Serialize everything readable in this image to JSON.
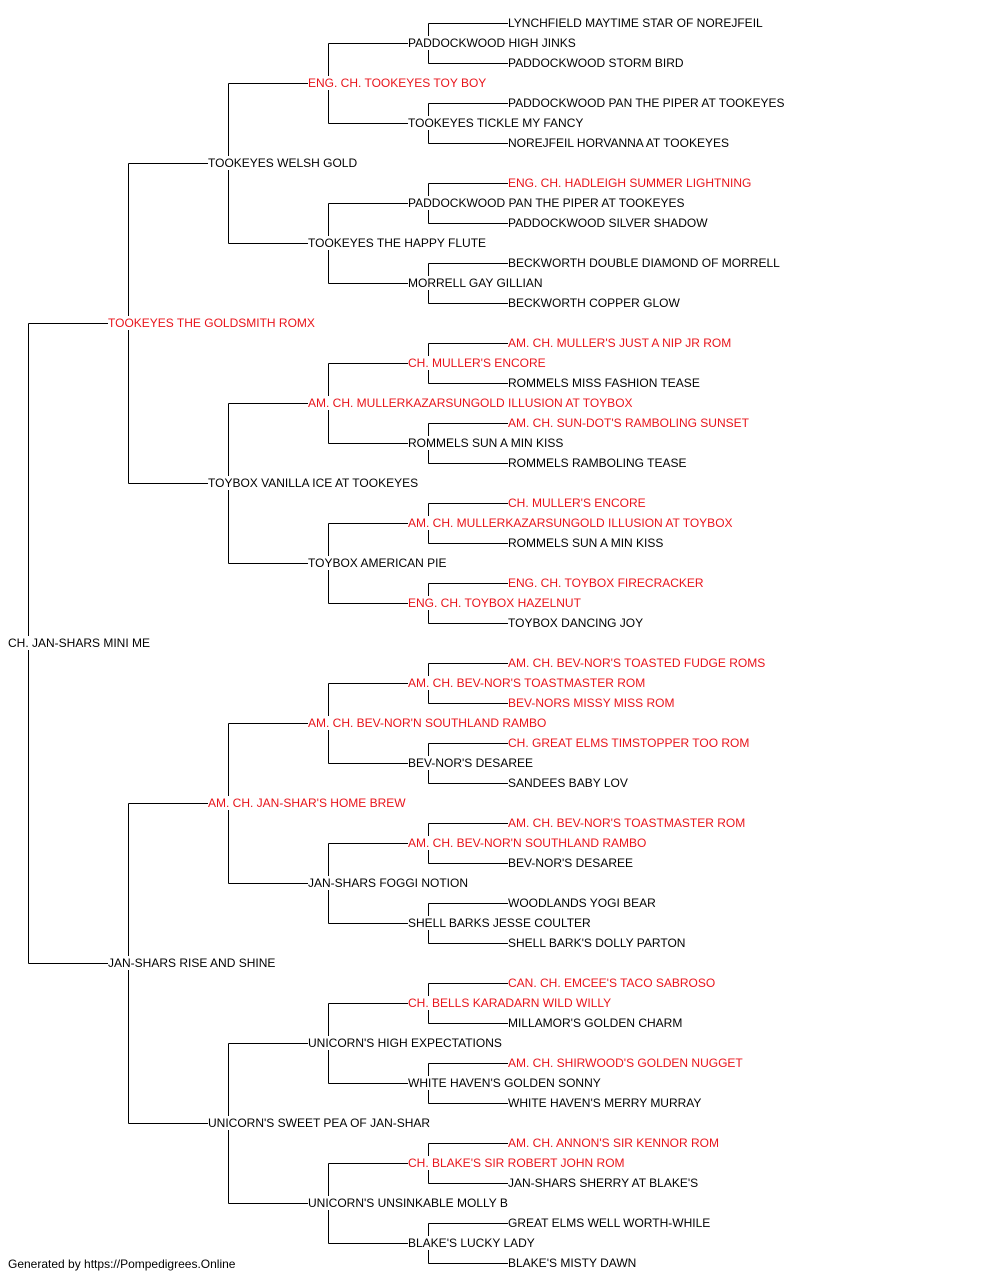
{
  "colors": {
    "champion": "#e8141b",
    "regular": "#000000",
    "connector": "#000000"
  },
  "pedigree": {
    "name": "CH. JAN-SHARS MINI ME",
    "champion": false,
    "sire": {
      "name": "TOOKEYES THE GOLDSMITH ROMX",
      "champion": true,
      "sire": {
        "name": "TOOKEYES WELSH GOLD",
        "champion": false,
        "sire": {
          "name": "ENG. CH. TOOKEYES TOY BOY",
          "champion": true,
          "sire": {
            "name": "PADDOCKWOOD HIGH JINKS",
            "champion": false,
            "sire": {
              "name": "LYNCHFIELD MAYTIME STAR OF NOREJFEIL",
              "champion": false
            },
            "dam": {
              "name": "PADDOCKWOOD STORM BIRD",
              "champion": false
            }
          },
          "dam": {
            "name": "TOOKEYES TICKLE MY FANCY",
            "champion": false,
            "sire": {
              "name": "PADDOCKWOOD PAN THE PIPER AT TOOKEYES",
              "champion": false
            },
            "dam": {
              "name": "NOREJFEIL HORVANNA AT TOOKEYES",
              "champion": false
            }
          }
        },
        "dam": {
          "name": "TOOKEYES THE HAPPY FLUTE",
          "champion": false,
          "sire": {
            "name": "PADDOCKWOOD PAN THE PIPER AT TOOKEYES",
            "champion": false,
            "sire": {
              "name": "ENG. CH. HADLEIGH SUMMER LIGHTNING",
              "champion": true
            },
            "dam": {
              "name": "PADDOCKWOOD SILVER SHADOW",
              "champion": false
            }
          },
          "dam": {
            "name": "MORRELL GAY GILLIAN",
            "champion": false,
            "sire": {
              "name": "BECKWORTH DOUBLE DIAMOND OF MORRELL",
              "champion": false
            },
            "dam": {
              "name": "BECKWORTH COPPER GLOW",
              "champion": false
            }
          }
        }
      },
      "dam": {
        "name": "TOYBOX VANILLA ICE AT TOOKEYES",
        "champion": false,
        "sire": {
          "name": "AM. CH. MULLERKAZARSUNGOLD ILLUSION AT TOYBOX",
          "champion": true,
          "sire": {
            "name": "CH. MULLER'S ENCORE",
            "champion": true,
            "sire": {
              "name": "AM. CH. MULLER'S JUST A NIP JR ROM",
              "champion": true
            },
            "dam": {
              "name": "ROMMELS MISS FASHION TEASE",
              "champion": false
            }
          },
          "dam": {
            "name": "ROMMELS SUN A MIN KISS",
            "champion": false,
            "sire": {
              "name": "AM. CH. SUN-DOT'S RAMBOLING SUNSET",
              "champion": true
            },
            "dam": {
              "name": "ROMMELS RAMBOLING TEASE",
              "champion": false
            }
          }
        },
        "dam": {
          "name": "TOYBOX AMERICAN PIE",
          "champion": false,
          "sire": {
            "name": "AM. CH. MULLERKAZARSUNGOLD ILLUSION AT TOYBOX",
            "champion": true,
            "sire": {
              "name": "CH. MULLER'S ENCORE",
              "champion": true
            },
            "dam": {
              "name": "ROMMELS SUN A MIN KISS",
              "champion": false
            }
          },
          "dam": {
            "name": "ENG. CH. TOYBOX HAZELNUT",
            "champion": true,
            "sire": {
              "name": "ENG. CH. TOYBOX FIRECRACKER",
              "champion": true
            },
            "dam": {
              "name": "TOYBOX DANCING JOY",
              "champion": false
            }
          }
        }
      }
    },
    "dam": {
      "name": "JAN-SHARS RISE AND SHINE",
      "champion": false,
      "sire": {
        "name": "AM. CH. JAN-SHAR'S HOME BREW",
        "champion": true,
        "sire": {
          "name": "AM. CH. BEV-NOR'N SOUTHLAND RAMBO",
          "champion": true,
          "sire": {
            "name": "AM. CH. BEV-NOR'S TOASTMASTER ROM",
            "champion": true,
            "sire": {
              "name": "AM. CH. BEV-NOR'S TOASTED FUDGE ROMS",
              "champion": true
            },
            "dam": {
              "name": "BEV-NORS MISSY MISS ROM",
              "champion": true
            }
          },
          "dam": {
            "name": "BEV-NOR'S DESAREE",
            "champion": false,
            "sire": {
              "name": "CH. GREAT ELMS TIMSTOPPER TOO ROM",
              "champion": true
            },
            "dam": {
              "name": "SANDEES BABY LOV",
              "champion": false
            }
          }
        },
        "dam": {
          "name": "JAN-SHARS FOGGI NOTION",
          "champion": false,
          "sire": {
            "name": "AM. CH. BEV-NOR'N SOUTHLAND RAMBO",
            "champion": true,
            "sire": {
              "name": "AM. CH. BEV-NOR'S TOASTMASTER ROM",
              "champion": true
            },
            "dam": {
              "name": "BEV-NOR'S DESAREE",
              "champion": false
            }
          },
          "dam": {
            "name": "SHELL BARKS JESSE COULTER",
            "champion": false,
            "sire": {
              "name": "WOODLANDS YOGI BEAR",
              "champion": false
            },
            "dam": {
              "name": "SHELL BARK'S DOLLY PARTON",
              "champion": false
            }
          }
        }
      },
      "dam": {
        "name": "UNICORN'S SWEET PEA OF JAN-SHAR",
        "champion": false,
        "sire": {
          "name": "UNICORN'S HIGH EXPECTATIONS",
          "champion": false,
          "sire": {
            "name": "CH. BELLS KARADARN WILD WILLY",
            "champion": true,
            "sire": {
              "name": "CAN. CH. EMCEE'S TACO SABROSO",
              "champion": true
            },
            "dam": {
              "name": "MILLAMOR'S GOLDEN CHARM",
              "champion": false
            }
          },
          "dam": {
            "name": "WHITE HAVEN'S GOLDEN SONNY",
            "champion": false,
            "sire": {
              "name": "AM. CH. SHIRWOOD'S GOLDEN NUGGET",
              "champion": true
            },
            "dam": {
              "name": "WHITE HAVEN'S MERRY MURRAY",
              "champion": false
            }
          }
        },
        "dam": {
          "name": "UNICORN'S UNSINKABLE MOLLY B",
          "champion": false,
          "sire": {
            "name": "CH. BLAKE'S SIR ROBERT JOHN ROM",
            "champion": true,
            "sire": {
              "name": "AM. CH. ANNON'S SIR KENNOR ROM",
              "champion": true
            },
            "dam": {
              "name": "JAN-SHARS SHERRY AT BLAKE'S",
              "champion": false
            }
          },
          "dam": {
            "name": "BLAKE'S LUCKY LADY",
            "champion": false,
            "sire": {
              "name": "GREAT ELMS WELL WORTH-WHILE",
              "champion": false
            },
            "dam": {
              "name": "BLAKE'S MISTY DAWN",
              "champion": false
            }
          }
        }
      }
    }
  },
  "footer": {
    "text": "Generated by https://Pompedigrees.Online"
  }
}
